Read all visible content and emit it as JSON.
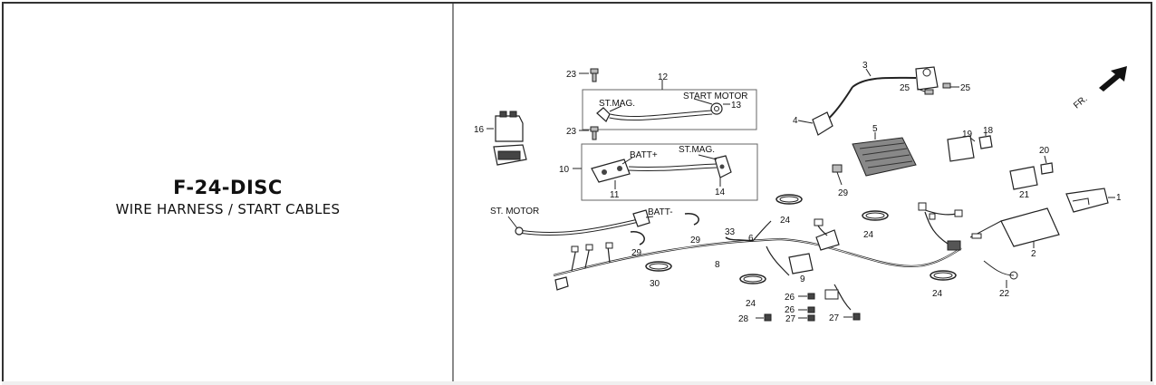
{
  "header": {
    "code": "F-24-DISC",
    "title": "WIRE HARNESS / START CABLES"
  },
  "diagram": {
    "direction_label": "FR.",
    "callouts": {
      "st_motor": "ST. MOTOR",
      "batt_minus": "BATT-",
      "st_mag_top": "ST.MAG.",
      "start_motor": "START MOTOR",
      "batt_plus": "BATT+",
      "st_mag_bottom": "ST.MAG."
    },
    "part_numbers": {
      "p1": "1",
      "p2": "2",
      "p3": "3",
      "p4": "4",
      "p5": "5",
      "p6": "6",
      "p8": "8",
      "p9": "9",
      "p10": "10",
      "p11": "11",
      "p12": "12",
      "p13": "13",
      "p14": "14",
      "p16": "16",
      "p18": "18",
      "p19": "19",
      "p20": "20",
      "p21": "21",
      "p22": "22",
      "p23a": "23",
      "p23b": "23",
      "p24a": "24",
      "p24b": "24",
      "p24c": "24",
      "p24d": "24",
      "p25a": "25",
      "p25b": "25",
      "p26a": "26",
      "p26b": "26",
      "p27a": "27",
      "p27b": "27",
      "p28": "28",
      "p29a": "29",
      "p29b": "29",
      "p29c": "29",
      "p30": "30",
      "p33": "33"
    }
  }
}
